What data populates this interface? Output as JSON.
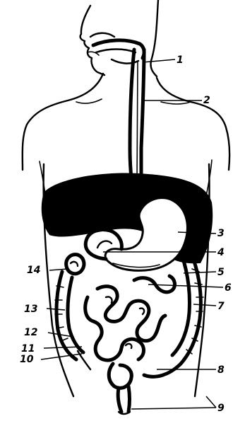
{
  "labels": {
    "l1": "1",
    "l2": "2",
    "l3": "3",
    "l4": "4",
    "l5": "5",
    "l6": "6",
    "l7": "7",
    "l8": "8",
    "l9": "9",
    "l10": "10",
    "l11": "11",
    "l12": "12",
    "l13": "13",
    "l14": "14"
  },
  "colors": {
    "ink": "#000000",
    "paper": "#ffffff"
  }
}
